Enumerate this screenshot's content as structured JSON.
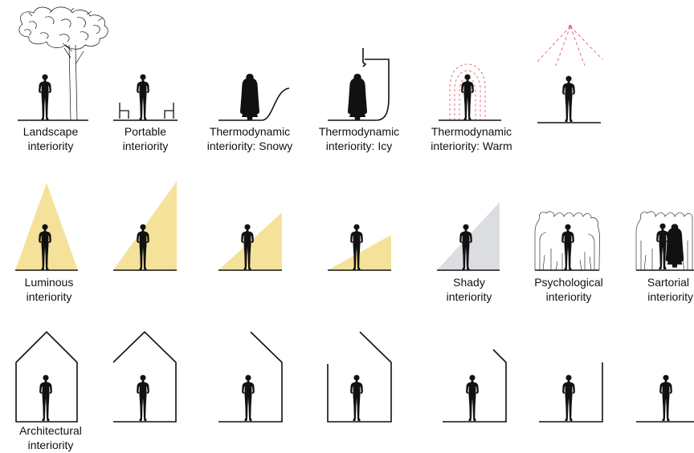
{
  "colors": {
    "ink": "#111111",
    "light": "#f5e29a",
    "shade": "#dcdde0",
    "warm": "#e8707f",
    "sun": "#e8707f",
    "background": "#ffffff"
  },
  "row1": {
    "landscape": [
      "Landscape",
      "interiority"
    ],
    "portable": [
      "Portable",
      "interiority"
    ],
    "snowy": [
      "Thermodynamic",
      "interiority: Snowy"
    ],
    "icy": [
      "Thermodynamic",
      "interiority: Icy"
    ],
    "warm": [
      "Thermodynamic",
      "interiority: Warm"
    ]
  },
  "row2": {
    "luminous": [
      "Luminous",
      "interiority"
    ],
    "shady": [
      "Shady",
      "interiority"
    ],
    "psychological": [
      "Psychological",
      "interiority"
    ],
    "sartorial": [
      "Sartorial",
      "interiority"
    ]
  },
  "row3": {
    "architectural": [
      "Architectural",
      "interiority"
    ]
  },
  "icons": {
    "person": "standing-woman-silhouette-icon",
    "tree": "tree-outline-icon",
    "chair": "chair-icon",
    "house": "house-outline-icon",
    "crowd": "crowd-outline-icon",
    "coat": "coat-figure-icon",
    "sun": "sun-ray-icon"
  }
}
